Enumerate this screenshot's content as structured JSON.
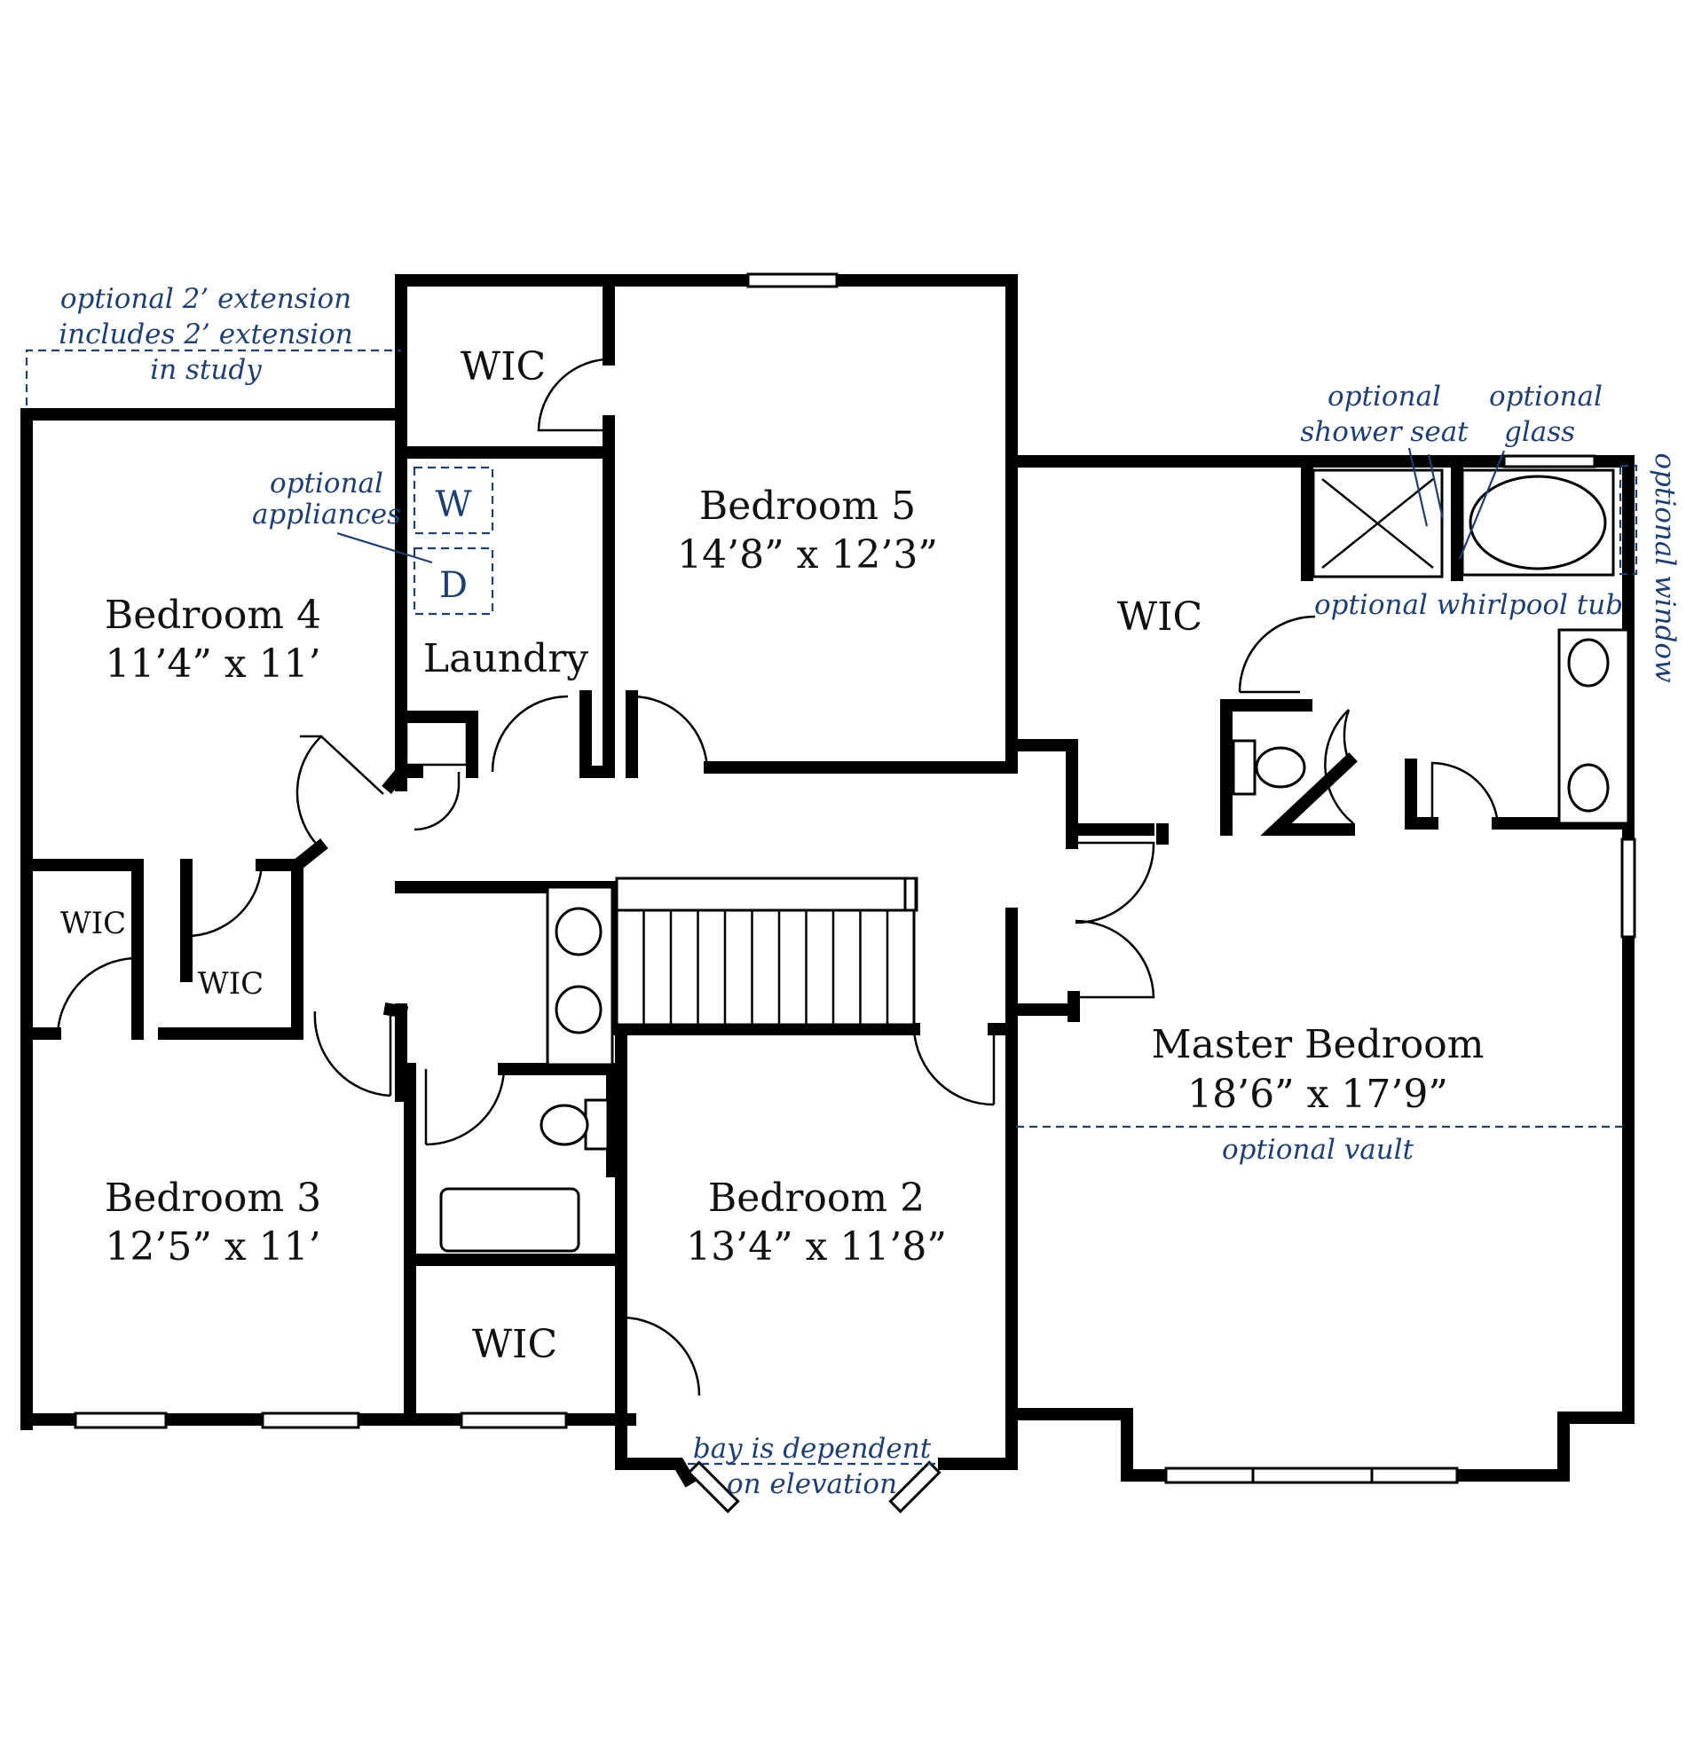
{
  "rooms": {
    "bedroom5": {
      "name": "Bedroom 5",
      "dims": "14’8” x 12’3”"
    },
    "bedroom4": {
      "name": "Bedroom 4",
      "dims": "11’4” x 11’"
    },
    "bedroom3": {
      "name": "Bedroom 3",
      "dims": "12’5” x 11’"
    },
    "bedroom2": {
      "name": "Bedroom 2",
      "dims": "13’4” x 11’8”"
    },
    "master": {
      "name": "Master Bedroom",
      "dims": "18’6” x 17’9”"
    },
    "laundry": {
      "name": "Laundry"
    },
    "wic_top": {
      "name": "WIC"
    },
    "wic_master": {
      "name": "WIC"
    },
    "wic_left_a": {
      "name": "WIC"
    },
    "wic_left_b": {
      "name": "WIC"
    },
    "wic_bed2": {
      "name": "WIC"
    }
  },
  "appliances": {
    "washer": "W",
    "dryer": "D"
  },
  "notes": {
    "extension": [
      "optional 2’ extension",
      "includes 2’ extension",
      "in study"
    ],
    "appliances": [
      "optional",
      "appliances"
    ],
    "shower_seat": [
      "optional",
      "shower seat"
    ],
    "glass": [
      "optional",
      "glass"
    ],
    "window": "optional window",
    "whirlpool": "optional whirlpool tub",
    "vault": "optional vault",
    "bay": [
      "bay is dependent",
      "on elevation"
    ]
  },
  "colors": {
    "wall": "#000000",
    "option_note": "#1f3f6e",
    "background": "#ffffff"
  }
}
